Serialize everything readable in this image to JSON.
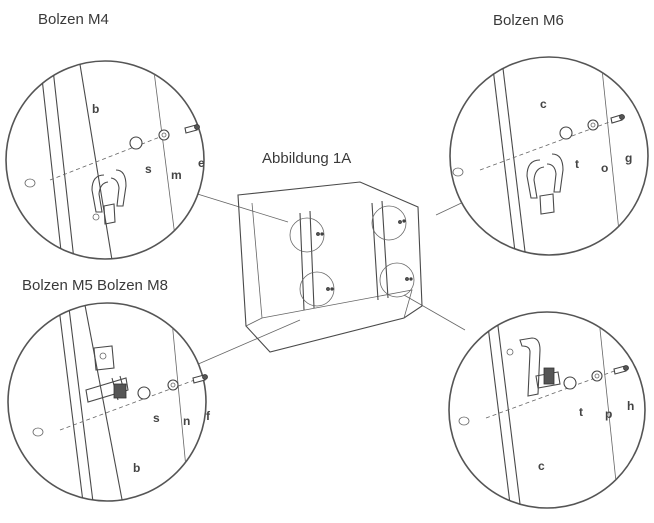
{
  "title": "Abbildung 1A",
  "detail_labels": {
    "top_left": "Bolzen M4",
    "top_right": "Bolzen M6",
    "bottom_left": "Bolzen M5 Bolzen M8"
  },
  "parts": {
    "top_left": {
      "bracket": "b",
      "washer": "s",
      "spacer": "m",
      "bolt": "e"
    },
    "top_right": {
      "bracket": "c",
      "washer": "t",
      "spacer": "o",
      "bolt": "g"
    },
    "bottom_left": {
      "bracket": "b",
      "washer": "s",
      "spacer": "n",
      "bolt": "f"
    },
    "bottom_right": {
      "bracket": "c",
      "washer": "t",
      "spacer": "p",
      "bolt": "h"
    }
  }
}
